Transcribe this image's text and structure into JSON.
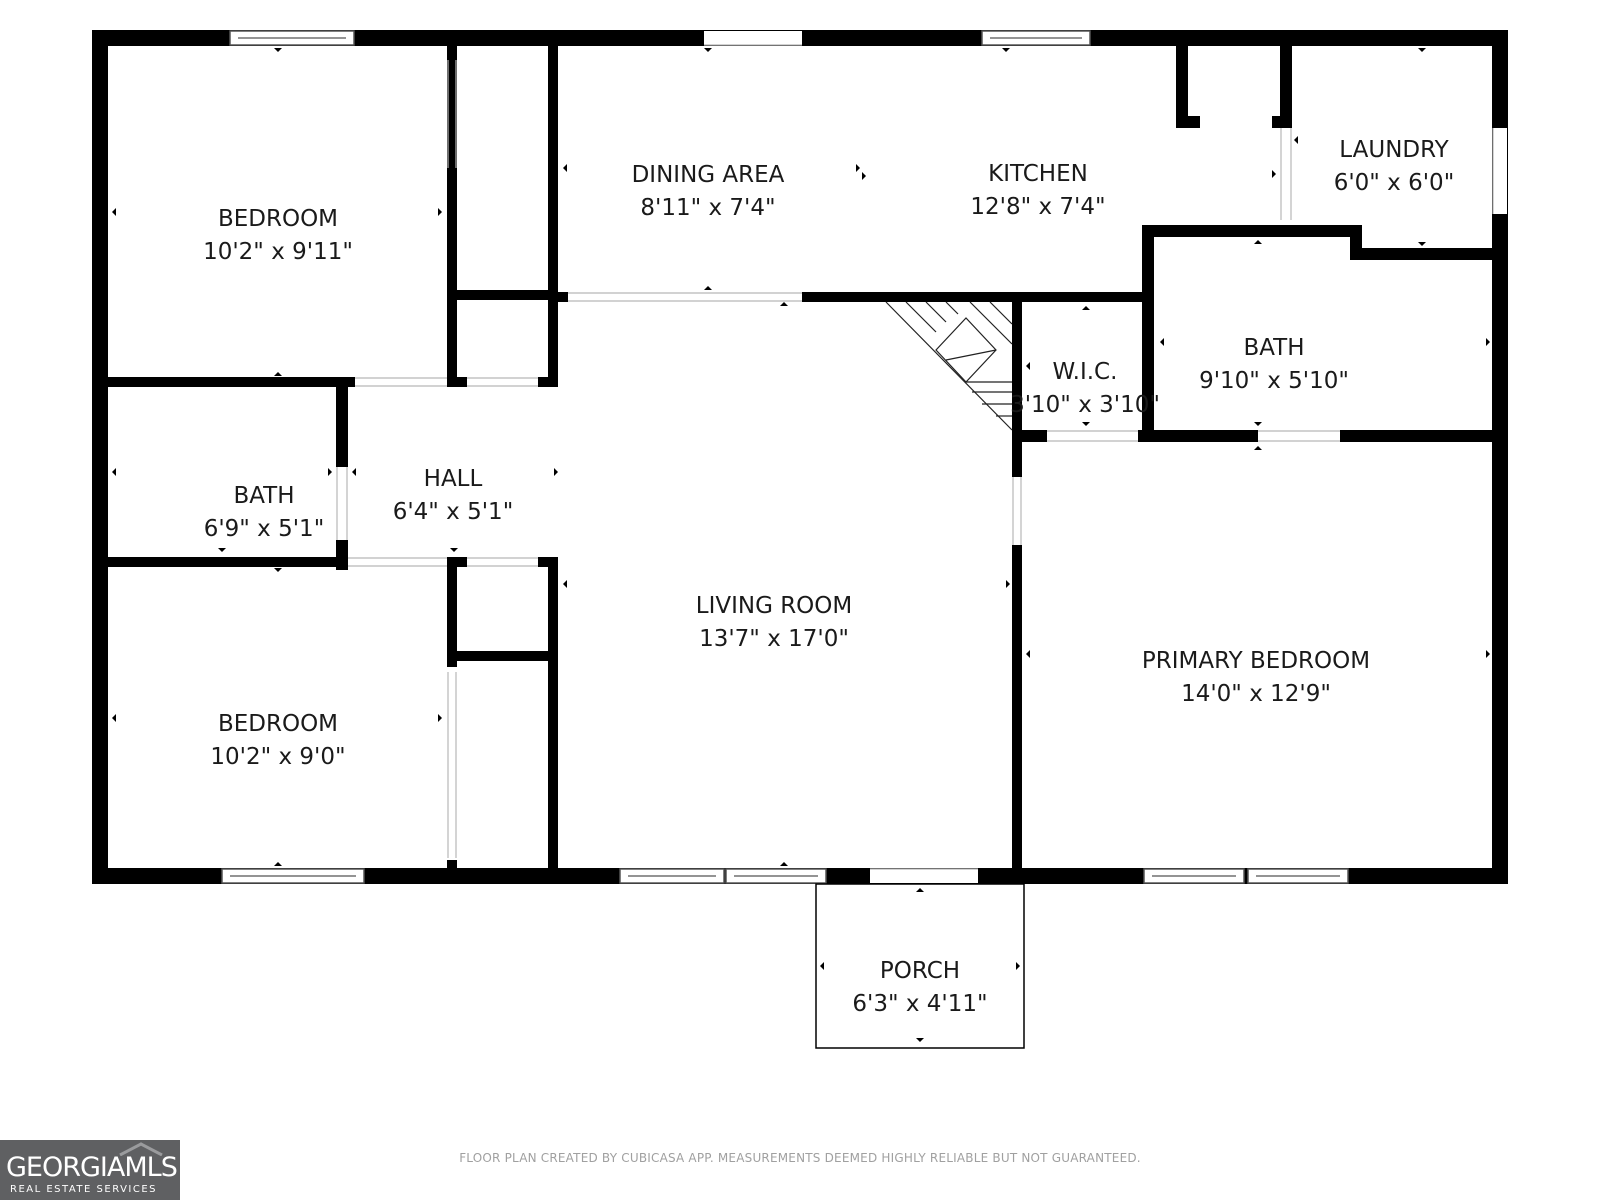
{
  "rooms": {
    "bedroom_top": {
      "name": "BEDROOM",
      "dims": "10'2\" x 9'11\""
    },
    "dining": {
      "name": "DINING AREA",
      "dims": "8'11\" x 7'4\""
    },
    "kitchen": {
      "name": "KITCHEN",
      "dims": "12'8\" x 7'4\""
    },
    "laundry": {
      "name": "LAUNDRY",
      "dims": "6'0\" x 6'0\""
    },
    "bath_primary": {
      "name": "BATH",
      "dims": "9'10\" x 5'10\""
    },
    "wic": {
      "name": "W.I.C.",
      "dims": "3'10\" x 3'10\""
    },
    "bath_hall": {
      "name": "BATH",
      "dims": "6'9\" x 5'1\""
    },
    "hall": {
      "name": "HALL",
      "dims": "6'4\" x 5'1\""
    },
    "living": {
      "name": "LIVING ROOM",
      "dims": "13'7\" x 17'0\""
    },
    "primary_bedroom": {
      "name": "PRIMARY BEDROOM",
      "dims": "14'0\" x 12'9\""
    },
    "bedroom_bottom": {
      "name": "BEDROOM",
      "dims": "10'2\" x 9'0\""
    },
    "porch": {
      "name": "PORCH",
      "dims": "6'3\" x 4'11\""
    }
  },
  "footer_note": "FLOOR PLAN CREATED BY CUBICASA APP. MEASUREMENTS DEEMED HIGHLY RELIABLE BUT NOT GUARANTEED.",
  "logo": {
    "main": "GEORGIAMLS",
    "sub": "REAL ESTATE SERVICES"
  },
  "colors": {
    "walls": "#000000",
    "background": "#ffffff",
    "logo_bg": "#5f6062",
    "footer_text": "#a0a0a0"
  }
}
